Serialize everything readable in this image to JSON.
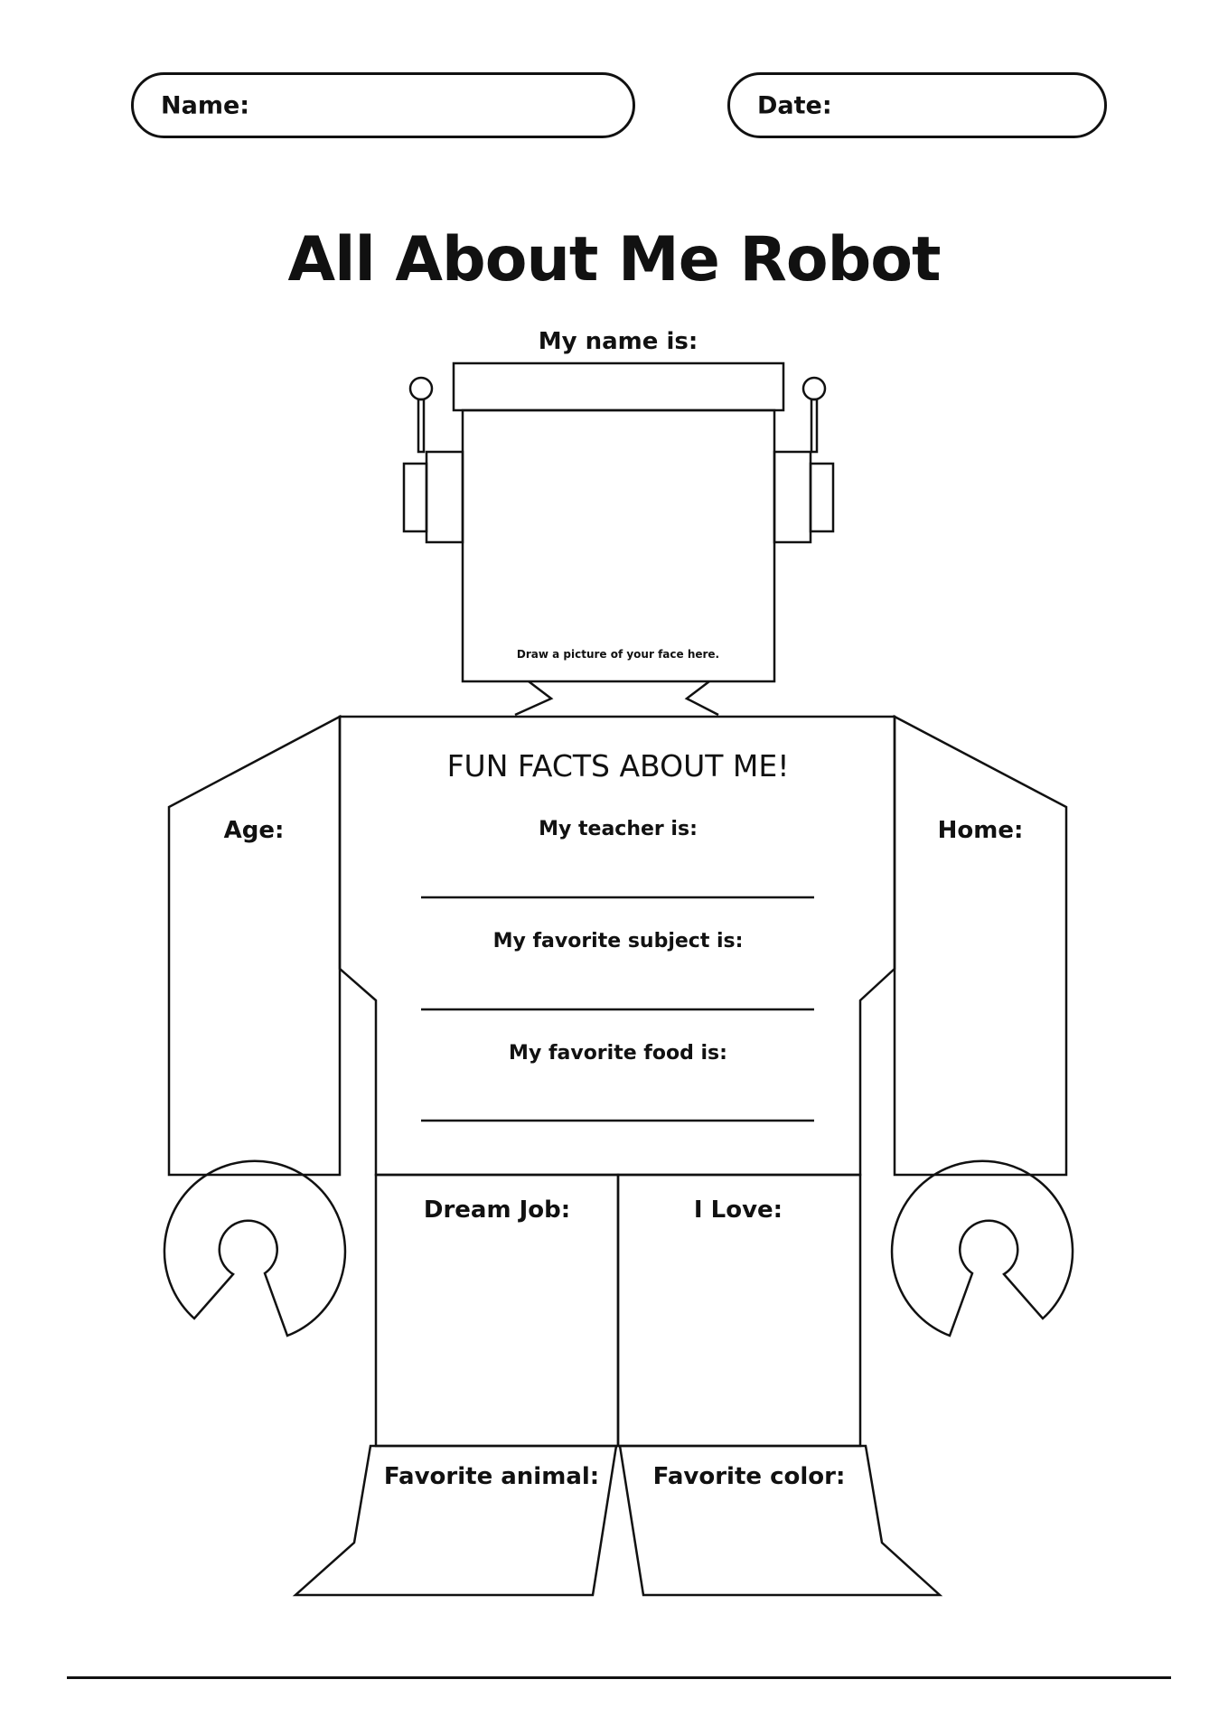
{
  "header": {
    "name_label": "Name:",
    "date_label": "Date:"
  },
  "title": "All About Me Robot",
  "robot": {
    "name_label": "My name is:",
    "face_hint": "Draw a picture of your face here.",
    "body_heading": "FUN FACTS ABOUT ME!",
    "teacher_label": "My teacher is:",
    "subject_label": "My favorite subject is:",
    "food_label": "My favorite food is:",
    "age_label": "Age:",
    "home_label": "Home:",
    "dream_job_label": "Dream Job:",
    "i_love_label": "I Love:",
    "animal_label": "Favorite animal:",
    "color_label": "Favorite color:"
  }
}
